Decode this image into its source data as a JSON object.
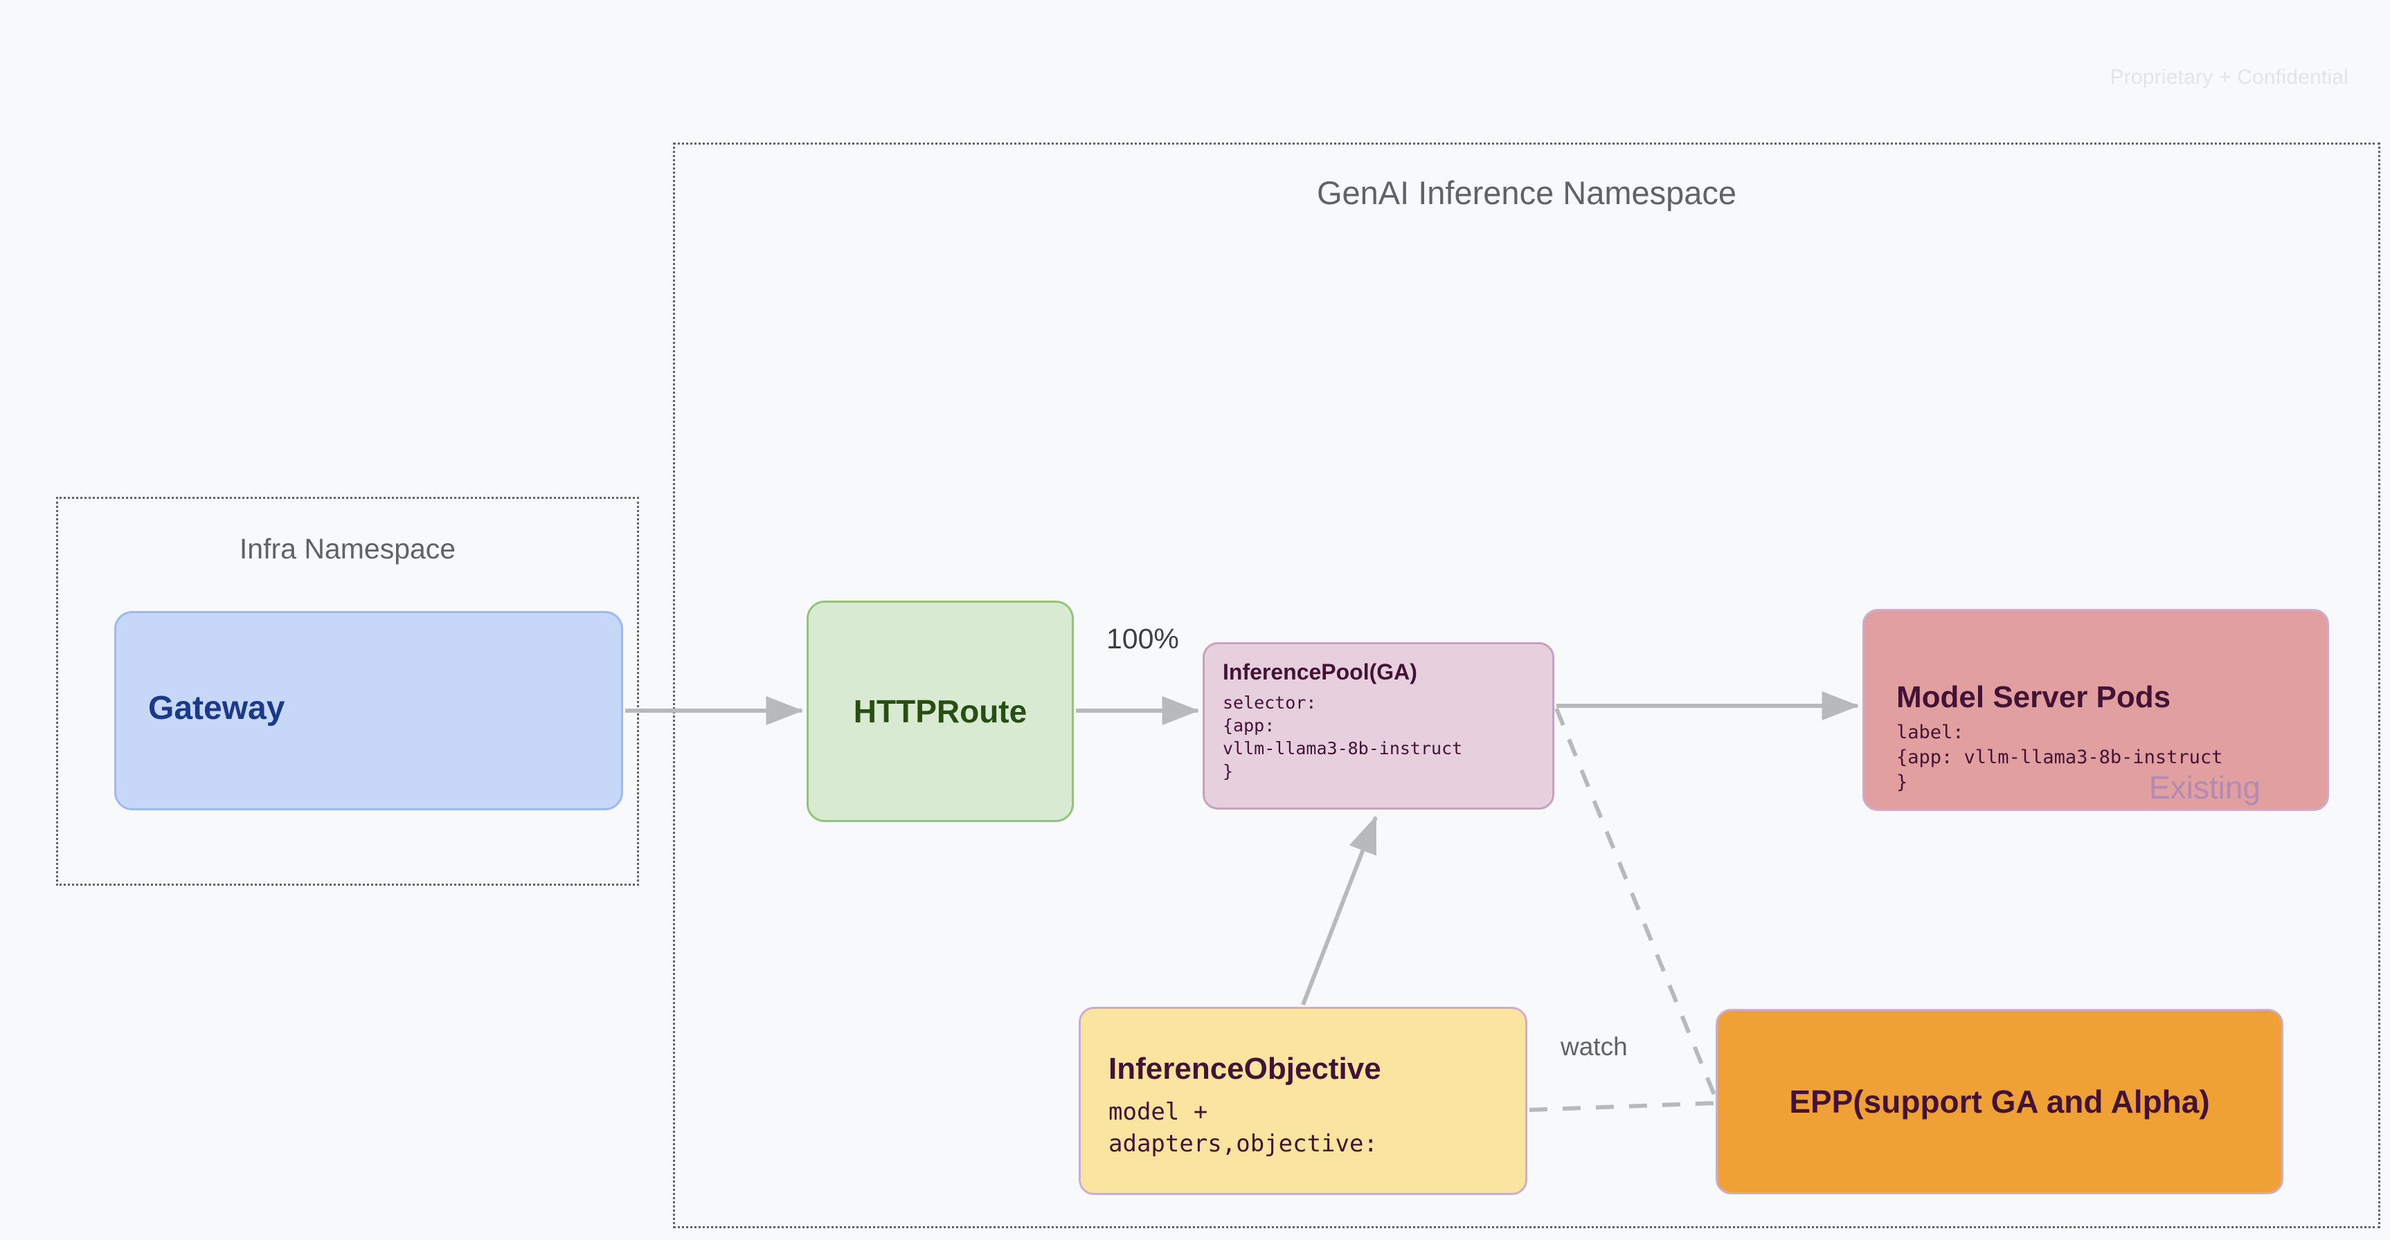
{
  "page": {
    "watermark": "Proprietary + Confidential",
    "background_color": "#f7f9fb"
  },
  "namespaces": [
    {
      "id": "infra",
      "title": "Infra Namespace",
      "border_style": "dotted",
      "border_color": "#5f6368"
    },
    {
      "id": "genai",
      "title": "GenAI Inference Namespace",
      "border_style": "dotted",
      "border_color": "#5f6368"
    }
  ],
  "nodes": {
    "gateway": {
      "title": "Gateway",
      "fill": "#c6d7f7",
      "border": "#9db9ef",
      "text_color": "#1a3a87"
    },
    "httproute": {
      "title": "HTTPRoute",
      "fill": "#d9ead3",
      "border": "#93c47d",
      "text_color": "#274e13"
    },
    "inferencepool": {
      "title": "InferencePool(GA)",
      "body": "selector:\n{app:\nvllm-llama3-8b-instruct\n}",
      "fill": "#e6d0dd",
      "border": "#c9a0bd",
      "text_color": "#431335"
    },
    "modelserverpods": {
      "title": "Model Server Pods",
      "body": "label:\n{app: vllm-llama3-8b-instruct\n}",
      "tag": "Existing",
      "fill": "#e19f9f",
      "border": "#cfacce",
      "text_color": "#431335",
      "tag_color": "#b18ab5"
    },
    "inferenceobjective": {
      "title": "InferenceObjective",
      "body": "model +\nadapters,objective:",
      "fill": "#fae5a0",
      "border": "#cfacce",
      "text_color": "#431335"
    },
    "epp": {
      "title": "EPP(support GA and Alpha)",
      "fill": "#f0a135",
      "border": "#cfacce",
      "text_color": "#431335"
    }
  },
  "edges": {
    "gateway_to_httproute": {
      "label": "",
      "style": "solid",
      "color": "#b7b9bc"
    },
    "httproute_to_inferencepool": {
      "label": "100%",
      "style": "solid",
      "color": "#b7b9bc"
    },
    "inferencepool_to_modelserverpods": {
      "label": "",
      "style": "solid",
      "color": "#b7b9bc"
    },
    "inferenceobjective_to_inferencepool": {
      "label": "",
      "style": "solid",
      "color": "#b7b9bc"
    },
    "inferencepool_to_epp": {
      "label": "",
      "style": "dashed",
      "color": "#b7b9bc"
    },
    "inferenceobjective_to_epp": {
      "label": "watch",
      "style": "dashed",
      "color": "#b7b9bc"
    }
  }
}
